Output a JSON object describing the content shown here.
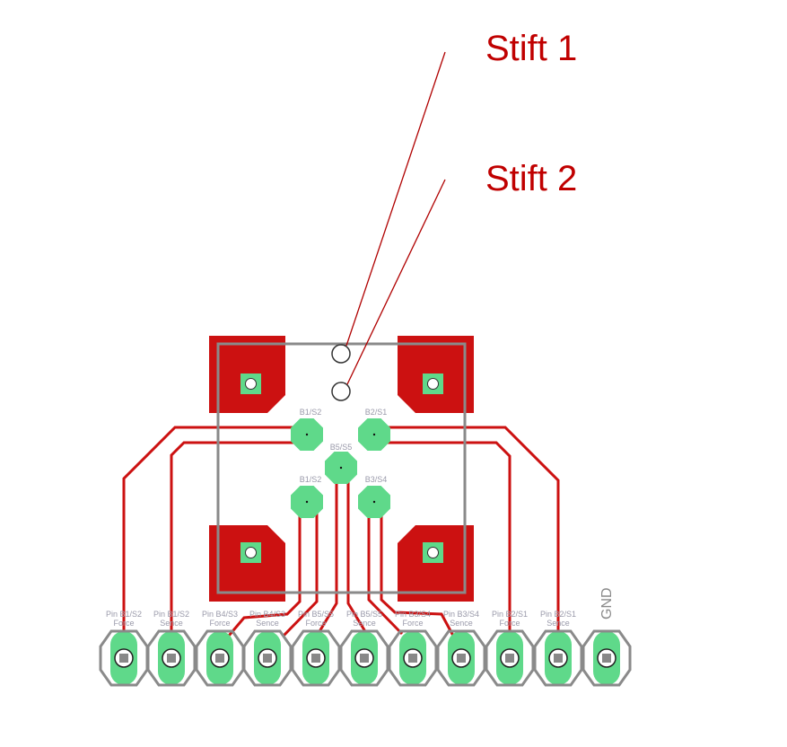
{
  "annotations": {
    "stift1": "Stift 1",
    "stift2": "Stift 2"
  },
  "pads": [
    {
      "label": "B1/S2"
    },
    {
      "label": "B2/S1"
    },
    {
      "label": "B5/S5"
    },
    {
      "label": "B1/S2"
    },
    {
      "label": "B3/S4"
    }
  ],
  "header_pins": [
    {
      "line1": "Pin B1/S2",
      "line2": "Force"
    },
    {
      "line1": "Pin B1/S2",
      "line2": "Sence"
    },
    {
      "line1": "Pin B4/S3",
      "line2": "Force"
    },
    {
      "line1": "Pin B4/S3",
      "line2": "Sence"
    },
    {
      "line1": "Pin B5/S5",
      "line2": "Force"
    },
    {
      "line1": "Pin B5/S5",
      "line2": "Sence"
    },
    {
      "line1": "Pin B3/S4",
      "line2": "Force"
    },
    {
      "line1": "Pin B3/S4",
      "line2": "Sence"
    },
    {
      "line1": "Pin B2/S1",
      "line2": "Force"
    },
    {
      "line1": "Pin B2/S1",
      "line2": "Sence"
    }
  ],
  "gnd_label": "GND",
  "colors": {
    "copper": "#cc1111",
    "pad": "#5fd98a",
    "outline": "#8a8a8a",
    "annotation": "#c00000"
  }
}
